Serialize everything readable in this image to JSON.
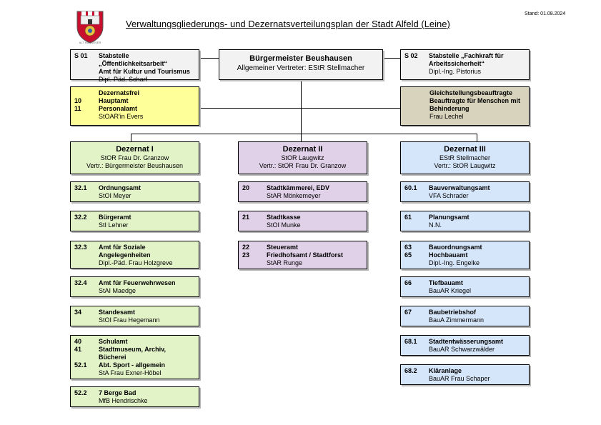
{
  "header": {
    "title": "Verwaltungsgliederungs- und Dezernatsverteilungsplan der Stadt Alfeld (Leine)",
    "stand": "Stand: 01.08.2024",
    "crest_text": "ALT HANNOVER"
  },
  "mayor": {
    "title": "Bürgermeister Beushausen",
    "subtitle": "Allgemeiner Vertreter: EStR Stellmacher"
  },
  "s01": {
    "code": "S 01",
    "name": "Stabstelle „Öffentlichkeitsarbeit“",
    "line2": "Amt für Kultur und Tourismus",
    "person": "Dipl.-Päd. Scharf"
  },
  "s02": {
    "code": "S 02",
    "name": "Stabstelle „Fachkraft für Arbeitssicherheit“",
    "person": "Dipl.-Ing. Pistorius"
  },
  "free_dept": {
    "title": "Dezernatsfrei",
    "items": [
      {
        "code": "10",
        "name": "Hauptamt"
      },
      {
        "code": "11",
        "name": "Personalamt"
      }
    ],
    "person": "StOAR'in Evers"
  },
  "equality": {
    "line1": "Gleichstellungsbeauftragte",
    "line2": "Beauftragte für Menschen mit Behinderung",
    "person": "Frau Lechel"
  },
  "dez1": {
    "title": "Dezernat I",
    "head": "StOR Frau Dr. Granzow",
    "deputy": "Vertr.: Bürgermeister Beushausen",
    "offices": [
      {
        "lines": [
          {
            "code": "32.1",
            "name": "Ordnungsamt"
          }
        ],
        "person": "StOI Meyer"
      },
      {
        "lines": [
          {
            "code": "32.2",
            "name": "Bürgeramt"
          }
        ],
        "person": "StI Lehner"
      },
      {
        "lines": [
          {
            "code": "32.3",
            "name": "Amt für Soziale Angelegenheiten"
          }
        ],
        "person": "Dipl.-Päd. Frau Holzgreve"
      },
      {
        "lines": [
          {
            "code": "32.4",
            "name": "Amt für Feuerwehrwesen"
          }
        ],
        "person": "StAI Maedge"
      },
      {
        "lines": [
          {
            "code": "34",
            "name": "Standesamt"
          }
        ],
        "person": "StOI Frau Hegemann"
      },
      {
        "lines": [
          {
            "code": "40",
            "name": "Schulamt"
          },
          {
            "code": "41",
            "name": "Stadtmuseum, Archiv, Bücherei"
          },
          {
            "code": "52.1",
            "name": "Abt. Sport - allgemein"
          }
        ],
        "person": "StA Frau Exner-Höbel"
      },
      {
        "lines": [
          {
            "code": "52.2",
            "name": "7 Berge Bad"
          }
        ],
        "person": "MfB Hendrischke"
      }
    ]
  },
  "dez2": {
    "title": "Dezernat II",
    "head": "StOR Laugwitz",
    "deputy": "Vertr.: StOR Frau Dr. Granzow",
    "offices": [
      {
        "lines": [
          {
            "code": "20",
            "name": "Stadtkämmerei, EDV"
          }
        ],
        "person": "StAR Mönkemeyer"
      },
      {
        "lines": [
          {
            "code": "21",
            "name": "Stadtkasse"
          }
        ],
        "person": "StOI Munke"
      },
      {
        "lines": [
          {
            "code": "22",
            "name": "Steueramt"
          },
          {
            "code": "23",
            "name": "Friedhofsamt / Stadtforst"
          }
        ],
        "person": "StAR Runge"
      }
    ]
  },
  "dez3": {
    "title": "Dezernat III",
    "head": "EStR Stellmacher",
    "deputy": "Vertr.: StOR Laugwitz",
    "offices": [
      {
        "lines": [
          {
            "code": "60.1",
            "name": "Bauverwaltungsamt"
          }
        ],
        "person": "VFA Schrader"
      },
      {
        "lines": [
          {
            "code": "61",
            "name": "Planungsamt"
          }
        ],
        "person": "N.N."
      },
      {
        "lines": [
          {
            "code": "63",
            "name": "Bauordnungsamt"
          },
          {
            "code": "65",
            "name": "Hochbauamt"
          }
        ],
        "person": "Dipl.-Ing. Engelke"
      },
      {
        "lines": [
          {
            "code": "66",
            "name": "Tiefbauamt"
          }
        ],
        "person": "BauAR Kriegel"
      },
      {
        "lines": [
          {
            "code": "67",
            "name": "Baubetriebshof"
          }
        ],
        "person": "BauA Zimmermann"
      },
      {
        "lines": [
          {
            "code": "68.1",
            "name": "Stadtentwässerungsamt"
          }
        ],
        "person": "BauAR Schwarzwälder"
      },
      {
        "lines": [
          {
            "code": "68.2",
            "name": "Kläranlage"
          }
        ],
        "person": "BauAR Frau Schaper"
      }
    ]
  }
}
